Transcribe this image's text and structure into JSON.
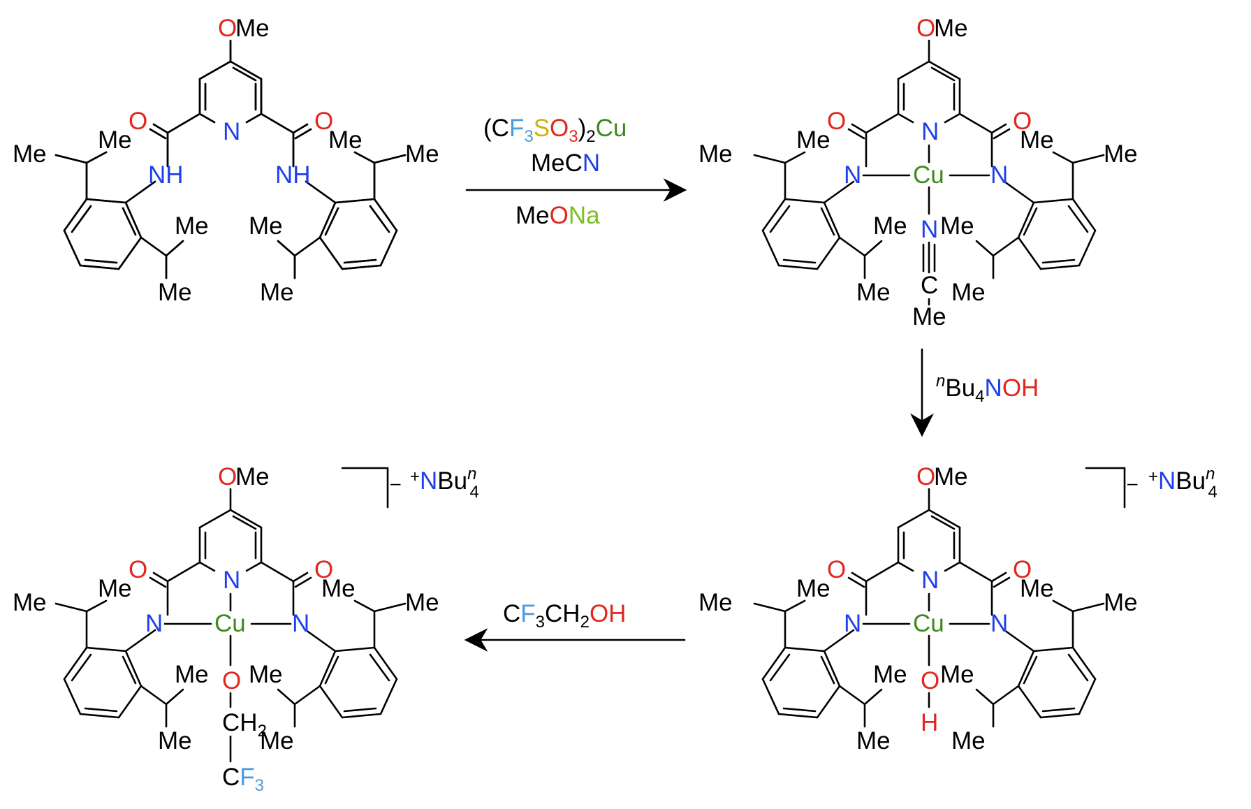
{
  "colors": {
    "oxygen": "#e0281f",
    "nitrogen": "#1f3fe8",
    "copper": "#3f8a1e",
    "fluorine": "#4a9be0",
    "sulfur": "#c9b515",
    "sodium": "#79c121",
    "bond": "#000000"
  },
  "labels": {
    "o": "O",
    "me": "Me",
    "n": "N",
    "h": "H",
    "nh": "NH",
    "cu": "Cu",
    "c": "C",
    "ch": "CH",
    "cf": "CF",
    "f": "F",
    "s": "S",
    "bu": "Bu",
    "two": "2",
    "three": "3",
    "four": "4",
    "nsup": "n",
    "minus": "–",
    "plus": "+",
    "lparen": "(",
    "rparen": ")",
    "ohtext": "OH",
    "na": "Na"
  },
  "reagents": {
    "step1": {
      "line1": "(CF3SO3)2Cu",
      "line2": "MeCN",
      "line3": "MeONa"
    },
    "step2": "nBu4NOH",
    "step3": "CF3CH2OH"
  },
  "counterion": "+NBun4",
  "charge": "–"
}
